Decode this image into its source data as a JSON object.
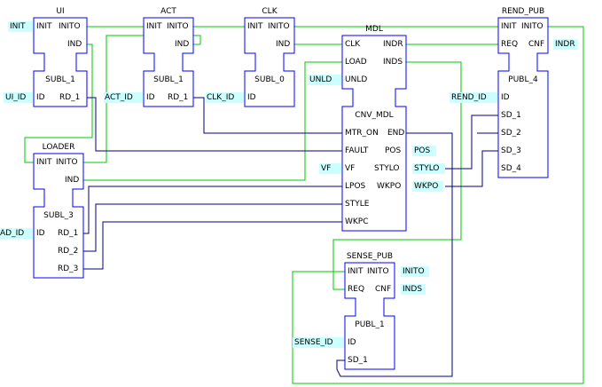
{
  "blocks": {
    "ui": {
      "title": "UI",
      "init": "INIT",
      "inito": "INITO",
      "ind": "IND",
      "sub": "SUBL_1",
      "id": "ID",
      "rd1": "RD_1"
    },
    "act": {
      "title": "ACT",
      "init": "INIT",
      "inito": "INITO",
      "ind": "IND",
      "sub": "SUBL_1",
      "id": "ID",
      "rd1": "RD_1"
    },
    "clk": {
      "title": "CLK",
      "init": "INIT",
      "inito": "INITO",
      "ind": "IND",
      "sub": "SUBL_0",
      "id": "ID"
    },
    "mdl": {
      "title": "MDL",
      "clk": "CLK",
      "indr": "INDR",
      "load": "LOAD",
      "inds": "INDS",
      "unld": "UNLD",
      "sub": "CNV_MDL",
      "mtr_on": "MTR_ON",
      "end": "END",
      "fault": "FAULT",
      "pos": "POS",
      "vf": "VF",
      "stylo": "STYLO",
      "lpos": "LPOS",
      "wkpo": "WKPO",
      "style": "STYLE",
      "wkpc": "WKPC"
    },
    "rend_pub": {
      "title": "REND_PUB",
      "init": "INIT",
      "inito": "INITO",
      "req": "REQ",
      "cnf": "CNF",
      "sub": "PUBL_4",
      "id": "ID",
      "sd1": "SD_1",
      "sd2": "SD_2",
      "sd3": "SD_3",
      "sd4": "SD_4"
    },
    "loader": {
      "title": "LOADER",
      "init": "INIT",
      "inito": "INITO",
      "ind": "IND",
      "sub": "SUBL_3",
      "id": "ID",
      "rd1": "RD_1",
      "rd2": "RD_2",
      "rd3": "RD_3"
    },
    "sense_pub": {
      "title": "SENSE_PUB",
      "init": "INIT",
      "inito": "INITO",
      "req": "REQ",
      "cnf": "CNF",
      "sub": "PUBL_1",
      "id": "ID",
      "sd1": "SD_1"
    }
  },
  "params": {
    "init": "INIT",
    "ui_id": "UI_ID",
    "act_id": "ACT_ID",
    "clk_id": "CLK_ID",
    "unld": "UNLD",
    "vf": "VF",
    "pos": "POS",
    "stylo": "STYLO",
    "wkpo": "WKPO",
    "indr": "INDR",
    "rend_id": "REND_ID",
    "load_id": "AD_ID",
    "inito": "INITO",
    "inds": "INDS",
    "sense_id": "SENSE_ID"
  },
  "colors": {
    "block_fill": "#ffffff",
    "block_border": "#0000ff",
    "label_bg": "#ccffff",
    "event_wire": "#00c800",
    "data_wire": "#000080"
  }
}
